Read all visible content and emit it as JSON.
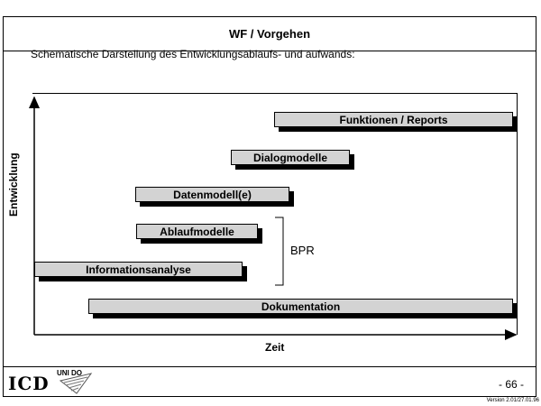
{
  "title": "WF / Vorgehen",
  "subtitle": "Schematische Darstellung des Entwicklungsablaufs- und aufwands:",
  "diagram": {
    "y_axis_label": "Entwicklung",
    "x_axis_label": "Zeit",
    "bars": [
      {
        "id": "funktionen",
        "label": "Funktionen / Reports"
      },
      {
        "id": "dialog",
        "label": "Dialogmodelle"
      },
      {
        "id": "daten",
        "label": "Datenmodell(e)"
      },
      {
        "id": "ablauf",
        "label": "Ablaufmodelle"
      },
      {
        "id": "info",
        "label": "Informationsanalyse"
      },
      {
        "id": "doku",
        "label": "Dokumentation"
      }
    ],
    "bracket_label": "BPR"
  },
  "footer": {
    "logo_icd": "ICD",
    "logo_unido": "UNI DO",
    "page_number": "- 66 -",
    "version": "Version 2.01/27.01.96"
  },
  "colors": {
    "bar_fill": "#d3d3d3",
    "shadow": "#000000"
  }
}
